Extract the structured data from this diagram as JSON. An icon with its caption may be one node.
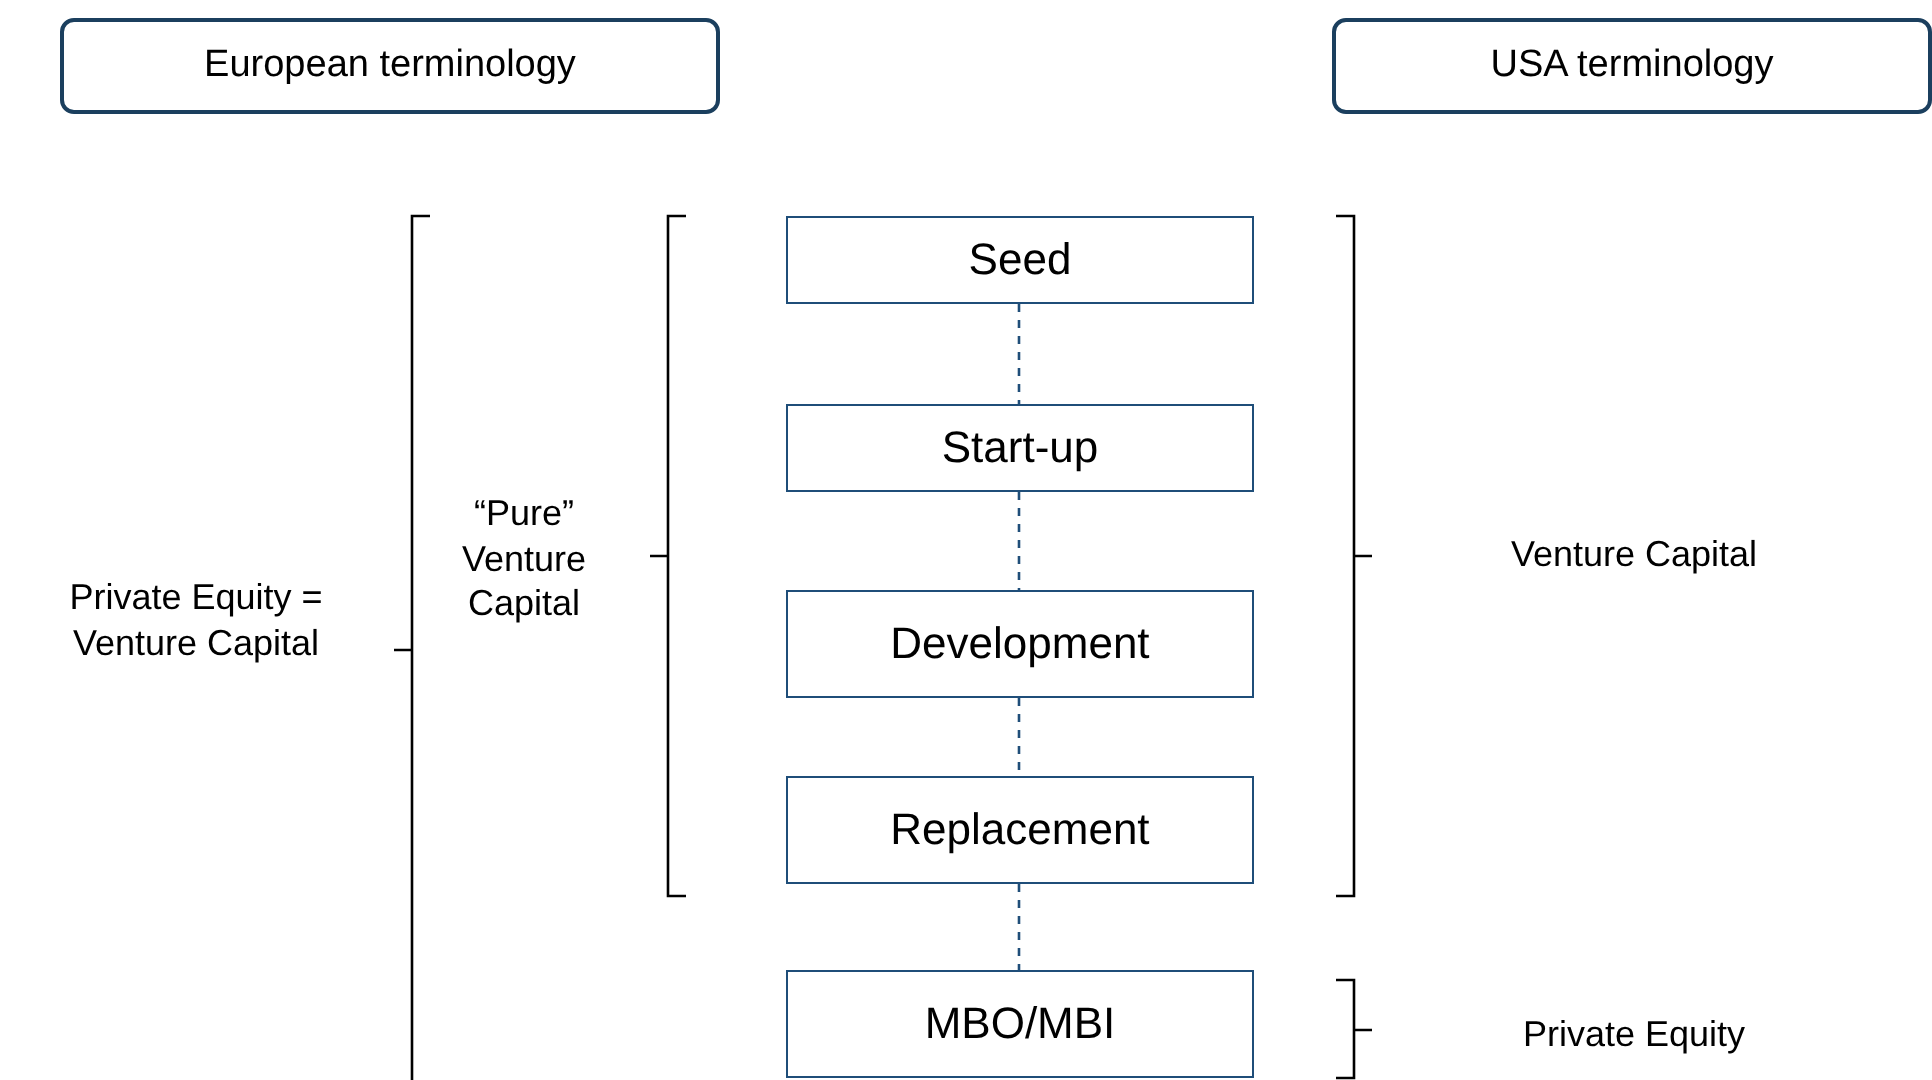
{
  "diagram": {
    "nodes": [
      {
        "text": [
          "European terminology"
        ]
      },
      {
        "text": [
          "USA terminology"
        ]
      },
      {
        "text": [
          "Seed"
        ]
      },
      {
        "text": [
          "Start-up"
        ]
      },
      {
        "text": [
          "Development"
        ]
      },
      {
        "text": [
          "Replacement"
        ]
      },
      {
        "text": [
          "MBO/MBI"
        ]
      }
    ],
    "edges": [
      {
        "from": 2,
        "to": 3,
        "arrow": "none",
        "style": "dashed"
      },
      {
        "from": 3,
        "to": 4,
        "arrow": "none",
        "style": "dashed"
      },
      {
        "from": 4,
        "to": 5,
        "arrow": "none",
        "style": "dashed"
      },
      {
        "from": 5,
        "to": 6,
        "arrow": "none",
        "style": "dashed"
      }
    ],
    "labels": [
      "Private Equity = Venture Capital",
      "“Pure” Venture Capital",
      "Venture Capital",
      "Private Equity"
    ]
  }
}
